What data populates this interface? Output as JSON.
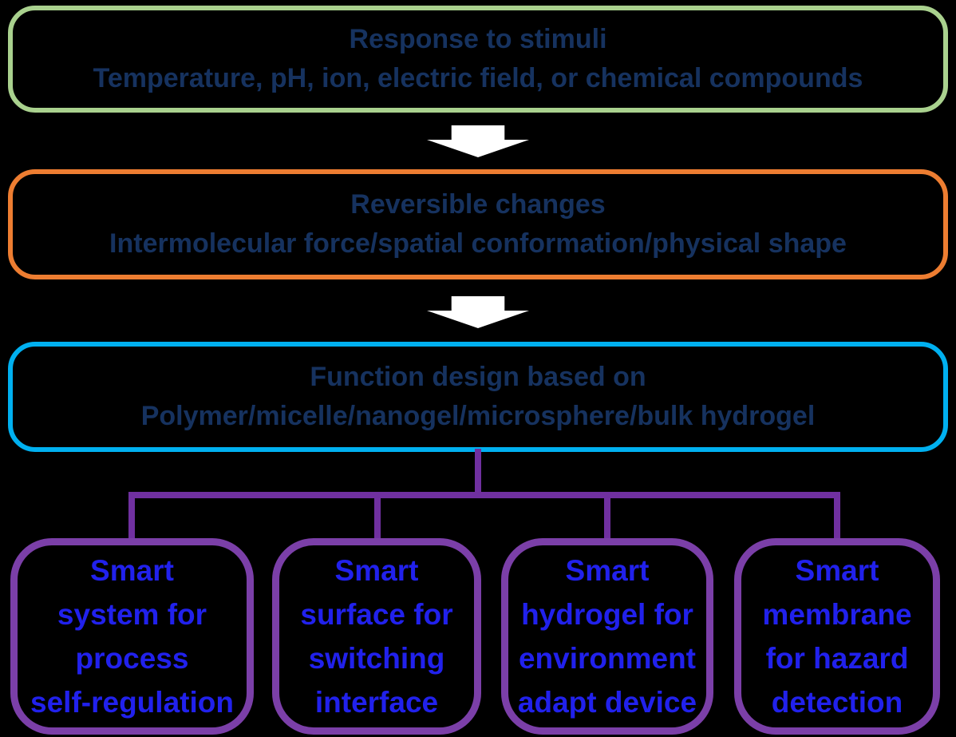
{
  "colors": {
    "background": "#000000",
    "stimuli_border": "#A9D18E",
    "changes_border": "#ED7D31",
    "function_border": "#00B0F0",
    "leaf_border": "#7B3FA8",
    "connector_line": "#7030A0",
    "heading_text": "#16325F",
    "leaf_text": "#2121EC",
    "arrow": "#FFFFFF"
  },
  "flow": {
    "stimuli": {
      "title": "Response to stimuli",
      "subtitle": "Temperature, pH, ion, electric field, or chemical compounds"
    },
    "changes": {
      "title": "Reversible changes",
      "subtitle": "Intermolecular force/spatial conformation/physical shape"
    },
    "function": {
      "title": "Function design based on",
      "subtitle": "Polymer/micelle/nanogel/microsphere/bulk hydrogel"
    }
  },
  "leaves": [
    {
      "lines": [
        "Smart",
        "system for",
        "process",
        "self-regulation"
      ]
    },
    {
      "lines": [
        "Smart",
        "surface for",
        "switching",
        "interface"
      ]
    },
    {
      "lines": [
        "Smart",
        "hydrogel for",
        "environment",
        "adapt device"
      ]
    },
    {
      "lines": [
        "Smart",
        "membrane",
        "for hazard",
        "detection"
      ]
    }
  ]
}
